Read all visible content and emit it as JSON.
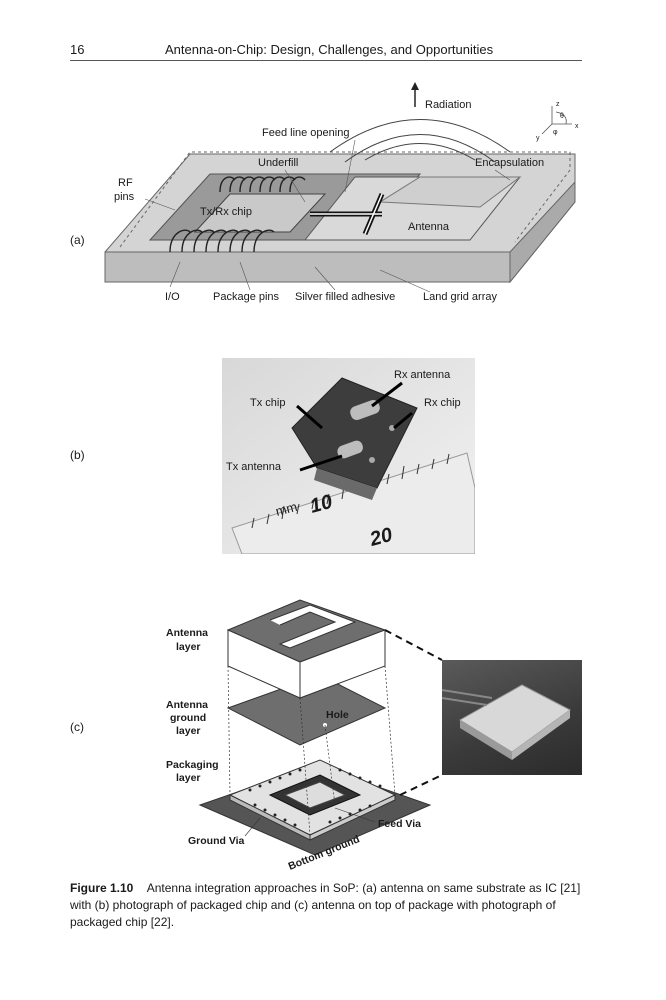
{
  "header": {
    "page_number": "16",
    "running_title": "Antenna-on-Chip: Design, Challenges, and Opportunities"
  },
  "panels": {
    "a": {
      "label": "(a)",
      "texts": {
        "radiation": "Radiation",
        "feed_line_opening": "Feed line opening",
        "underfill": "Underfill",
        "encapsulation": "Encapsulation",
        "rf": "RF",
        "pins": "pins",
        "txrx_chip": "Tx/Rx chip",
        "antenna": "Antenna",
        "io": "I/O",
        "package_pins": "Package pins",
        "silver_adhesive": "Silver filled adhesive",
        "land_grid_array": "Land grid array",
        "axis_z": "z",
        "axis_x": "x",
        "axis_y": "y",
        "axis_theta": "θ",
        "axis_phi": "φ"
      }
    },
    "b": {
      "label": "(b)",
      "texts": {
        "rx_antenna": "Rx antenna",
        "tx_chip": "Tx chip",
        "rx_chip": "Rx chip",
        "tx_antenna": "Tx antenna",
        "ruler_mm": "mm",
        "ruler_10": "10",
        "ruler_20": "20"
      }
    },
    "c": {
      "label": "(c)",
      "texts": {
        "antenna_layer_1": "Antenna",
        "antenna_layer_2": "layer",
        "ground_layer_1": "Antenna",
        "ground_layer_2": "ground",
        "ground_layer_3": "layer",
        "hole": "Hole",
        "packaging_1": "Packaging",
        "packaging_2": "layer",
        "ground_via": "Ground Via",
        "feed_via": "Feed Via",
        "bottom_ground": "Bottom ground"
      }
    }
  },
  "caption": {
    "label": "Figure 1.10",
    "text": "Antenna integration approaches in SoP: (a) antenna on same substrate as IC [21] with (b) photograph of packaged chip and (c) antenna on top of package with photograph of packaged chip [22]."
  }
}
